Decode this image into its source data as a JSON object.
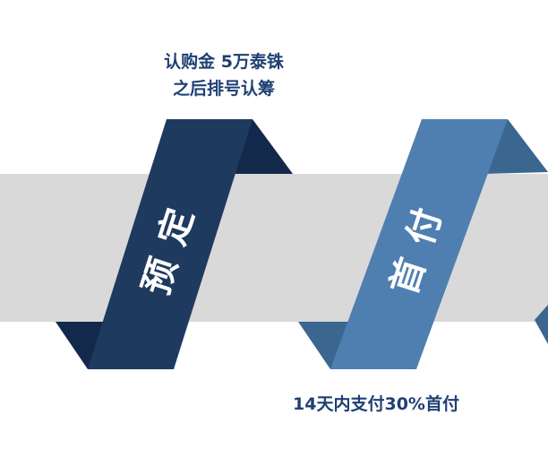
{
  "diagram": {
    "colors": {
      "band": "#d9d9d9",
      "dark_ribbon": "#1e3a5f",
      "dark_ribbon_fold": "#13294b",
      "light_ribbon": "#4f7fb0",
      "light_ribbon_fold": "#3a6690",
      "text": "#1f3f73",
      "label": "#ffffff"
    },
    "stages": [
      {
        "label": "预定",
        "note_lines": [
          "认购金 5万泰铢",
          "之后排号认筹"
        ]
      },
      {
        "label": "首付",
        "note_lines": [
          "14天内支付30%首付"
        ]
      }
    ]
  }
}
